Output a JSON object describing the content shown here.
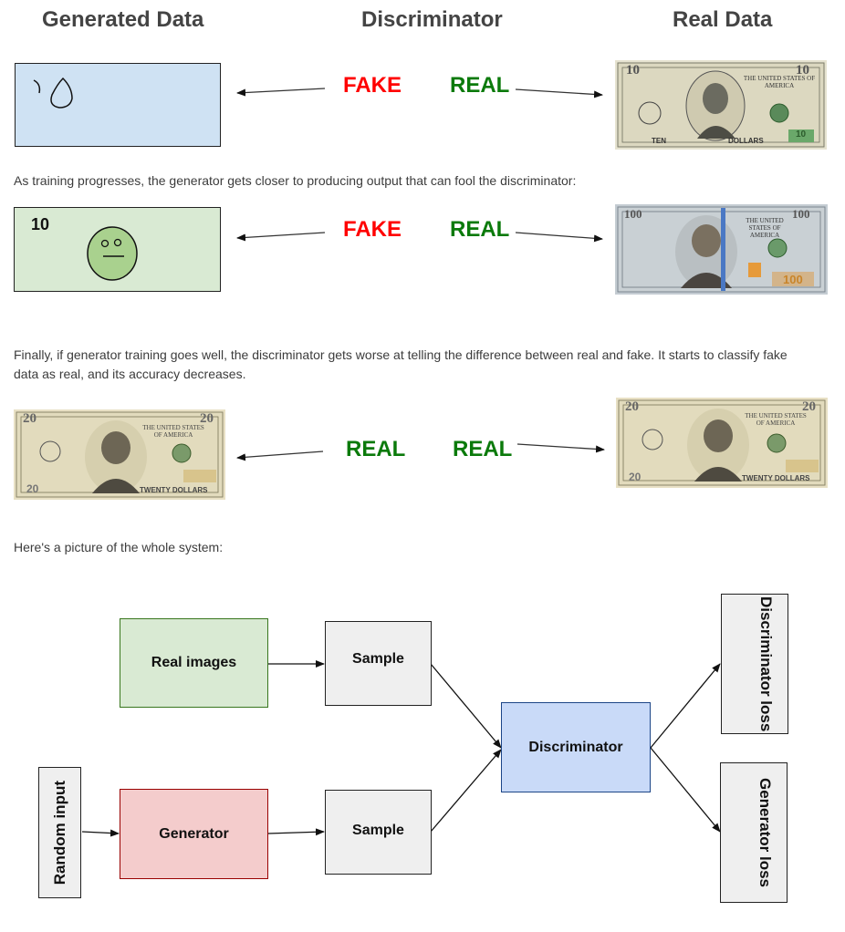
{
  "headers": {
    "generated": "Generated Data",
    "discriminator": "Discriminator",
    "real": "Real Data"
  },
  "rows": [
    {
      "left_label": "FAKE",
      "right_label": "REAL"
    },
    {
      "left_label": "FAKE",
      "right_label": "REAL"
    },
    {
      "left_label": "REAL",
      "right_label": "REAL"
    }
  ],
  "fake_note_2": "10",
  "paragraphs": {
    "p1": "As training progresses, the generator gets closer to producing output that can fool the discriminator:",
    "p2_line1": "Finally, if generator training goes well, the discriminator gets worse at telling the difference between real and fake. It starts to classify fake",
    "p2_line2": "data as real, and its accuracy decreases.",
    "p3": "Here's a picture of the whole system:"
  },
  "bills": {
    "ten": {
      "top_left": "10",
      "top_right": "10",
      "banner": "THE UNITED STATES OF AMERICA",
      "bottom_left": "TEN",
      "bottom_right": "DOLLARS",
      "bottom_corner": "10"
    },
    "hundred": {
      "top_left": "100",
      "top_right": "100",
      "banner": "THE UNITED STATES OF AMERICA",
      "bottom_corner": "100"
    },
    "twenty_fake": {
      "top_left": "20",
      "top_right": "20",
      "banner": "THE UNITED STATES OF AMERICA",
      "bottom_right": "TWENTY DOLLARS",
      "bottom_corner": "20"
    },
    "twenty_real": {
      "top_left": "20",
      "top_right": "20",
      "banner": "THE UNITED STATES OF AMERICA",
      "bottom_right": "TWENTY DOLLARS",
      "bottom_corner": "20"
    }
  },
  "diagram": {
    "real_images": "Real images",
    "sample_top": "Sample",
    "sample_bottom": "Sample",
    "discriminator": "Discriminator",
    "generator": "Generator",
    "random_input": "Random input",
    "discriminator_loss": "Discriminator loss",
    "generator_loss": "Generator loss"
  },
  "colors": {
    "fake": "#ff0000",
    "real": "#0b7a0b",
    "fake_box_1": "#cfe2f3",
    "fake_box_2": "#d9ead3",
    "real_images_fill": "#d9ead3",
    "generator_fill": "#f4cccc",
    "discriminator_fill": "#c9daf8",
    "sample_fill": "#efefef"
  }
}
